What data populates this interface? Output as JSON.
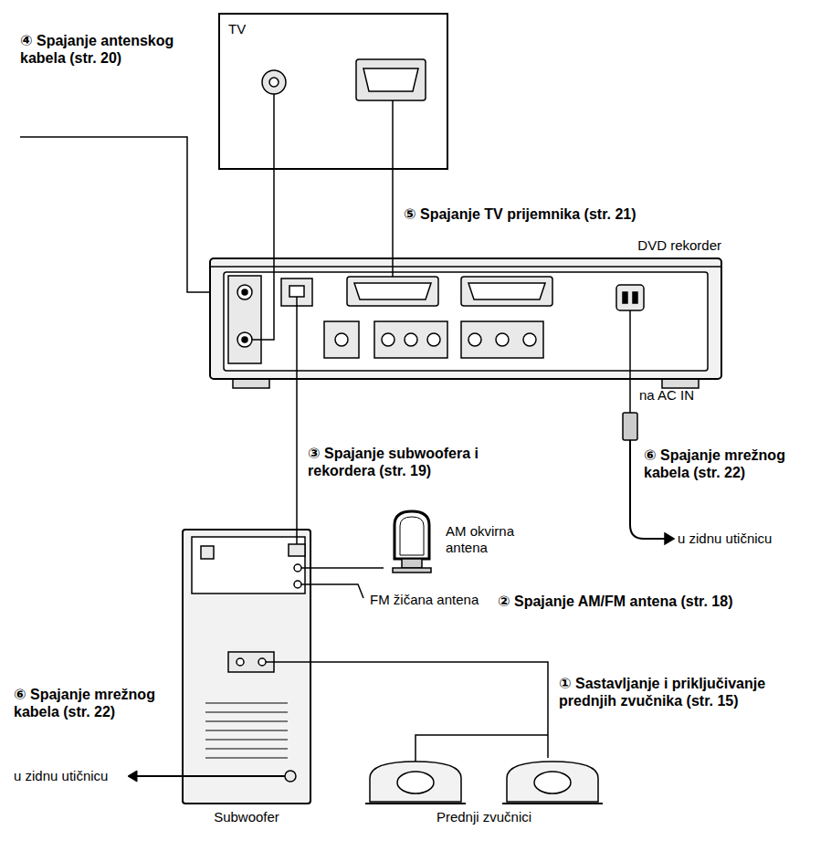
{
  "diagram": {
    "nodes": [
      {
        "text": [
          "TV"
        ]
      },
      {
        "text": [
          "DVD rekorder"
        ]
      },
      {
        "text": [
          "AM okvirna antena"
        ]
      },
      {
        "text": [
          "Subwoofer"
        ]
      },
      {
        "text": [
          "Prednji zvučnici"
        ]
      }
    ],
    "edges": [
      {
        "from": 0,
        "to": 1,
        "arrow": "none"
      },
      {
        "from": 0,
        "to": 1,
        "arrow": "none"
      },
      {
        "from": 1,
        "to": 3,
        "arrow": "none"
      },
      {
        "from": 2,
        "to": 3,
        "arrow": "none"
      },
      {
        "from": 3,
        "to": 4,
        "arrow": "none"
      }
    ],
    "labels": [
      "④ Spajanje antenskog kabela (str. 20)",
      "⑤ Spajanje TV prijemnika (str. 21)",
      "na AC IN",
      "⑥ Spajanje mrežnog kabela (str. 22)",
      "③ Spajanje subwoofera i rekordera (str. 19)",
      "u zidnu utičnicu",
      "② Spajanje AM/FM antena (str. 18)",
      "FM žičana antena",
      "⑥ Spajanje mrežnog kabela (str. 22)",
      "u zidnu utičnicu",
      "① Sastavljanje i priključivanje prednjih zvučnika (str. 15)"
    ]
  }
}
